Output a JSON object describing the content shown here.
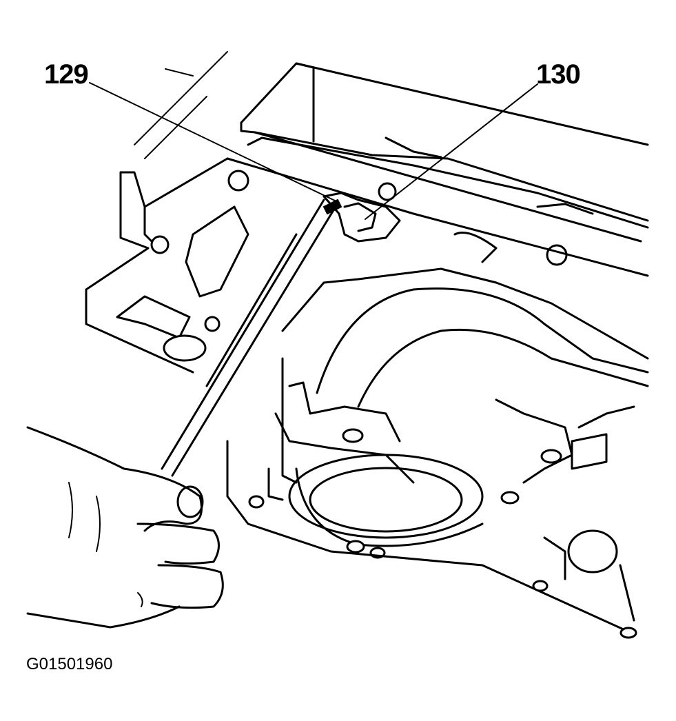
{
  "callouts": {
    "label_129": "129",
    "label_130": "130"
  },
  "figure_id": "G01501960",
  "colors": {
    "ink": "#000000",
    "background": "#ffffff"
  }
}
